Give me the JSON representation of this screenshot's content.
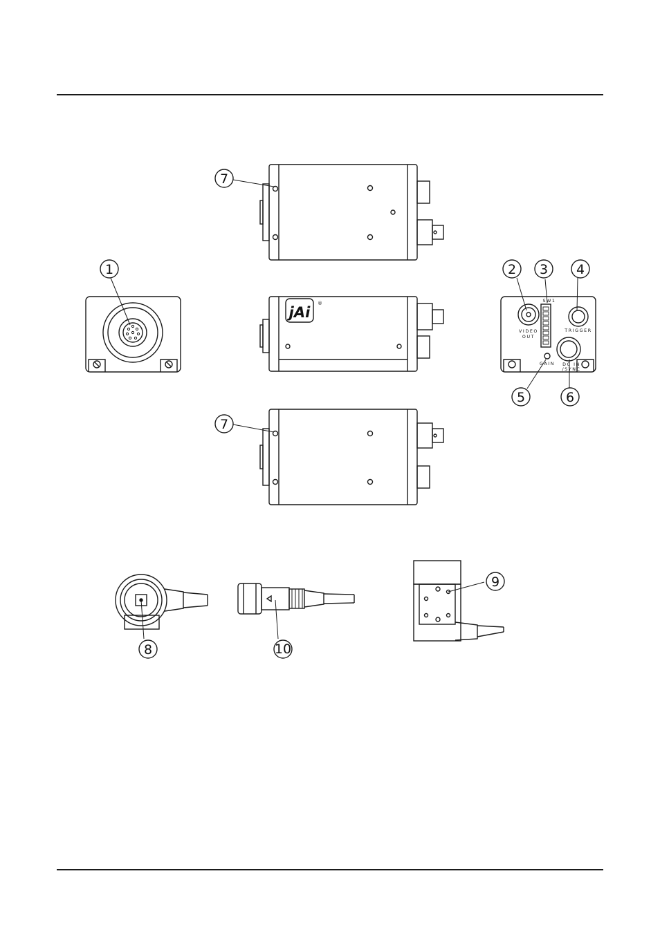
{
  "page": {
    "background": "#ffffff",
    "line_color": "#1a1a1a"
  },
  "figure": {
    "brand_logo": "jAi",
    "registered_mark": "®",
    "rear_panel": {
      "switch_label": "SW1",
      "video_out_label_1": "VIDEO",
      "video_out_label_2": "OUT",
      "trigger_label": "TRIGGER",
      "gain_label": "GAIN",
      "dc_in_label_1": "DC IN",
      "dc_in_label_2": "/SYNC"
    },
    "callouts": [
      "1",
      "2",
      "3",
      "4",
      "5",
      "6",
      "7",
      "7",
      "8",
      "9",
      "10"
    ]
  }
}
